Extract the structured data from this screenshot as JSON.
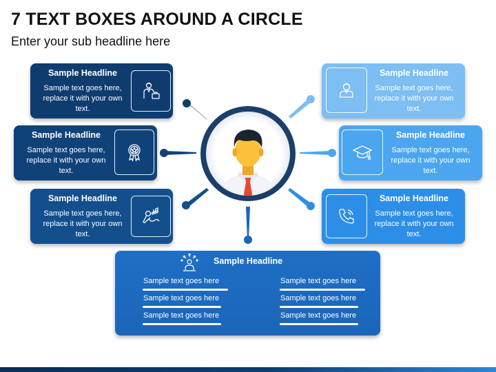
{
  "slide": {
    "title": "7 TEXT BOXES AROUND A CIRCLE",
    "subtitle": "Enter your sub headline here"
  },
  "boxes": [
    {
      "id": "left-1",
      "headline": "Sample Headline",
      "text": [
        "Sample text goes here,",
        "replace it with your own",
        "text."
      ],
      "icon": "businessman-briefcase-icon",
      "color": "#0e3c6e"
    },
    {
      "id": "left-2",
      "headline": "Sample Headline",
      "text": [
        "Sample text goes here,",
        "replace it with your own",
        "text."
      ],
      "icon": "award-badge-icon",
      "color": "#0f4279"
    },
    {
      "id": "left-3",
      "headline": "Sample Headline",
      "text": [
        "Sample text goes here,",
        "replace it with your own",
        "text."
      ],
      "icon": "microphone-music-icon",
      "color": "#134f8d"
    },
    {
      "id": "right-1",
      "headline": "Sample Headline",
      "text": [
        "Sample text goes here,",
        "replace it with your own",
        "text."
      ],
      "icon": "user-icon",
      "color": "#7dbef3"
    },
    {
      "id": "right-2",
      "headline": "Sample Headline",
      "text": [
        "Sample text goes here,",
        "replace it with your own",
        "text."
      ],
      "icon": "graduation-cap-icon",
      "color": "#4ca6ef"
    },
    {
      "id": "right-3",
      "headline": "Sample Headline",
      "text": [
        "Sample text goes here,",
        "replace it with your own",
        "text."
      ],
      "icon": "phone-call-icon",
      "color": "#2d8ee8"
    }
  ],
  "bottom_box": {
    "headline": "Sample Headline",
    "icon": "presenter-idea-icon",
    "items_left": [
      "Sample text goes here",
      "Sample text goes here",
      "Sample text goes here"
    ],
    "items_right": [
      "Sample text goes here",
      "Sample text goes here",
      "Sample text goes here"
    ]
  },
  "center": {
    "icon": "businessman-avatar-icon"
  },
  "colors": {
    "navy": "#0e3c6e",
    "ring": "#1b3f6b",
    "light_blue": "#7dbef3",
    "mid_blue": "#2d8ee8"
  }
}
